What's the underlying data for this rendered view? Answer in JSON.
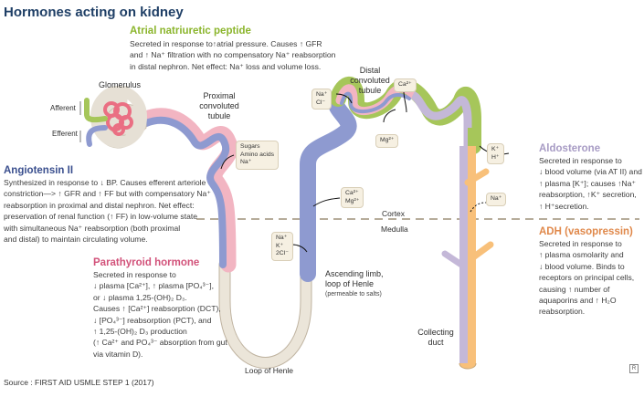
{
  "title": "Hormones acting on kidney",
  "anp": {
    "heading": "Atrial natriuretic peptide",
    "color": "#8bb52c",
    "lines": [
      "Secreted in response to↑atrial pressure. Causes ↑ GFR",
      "and ↑ Na⁺ filtration with no compensatory Na⁺ reabsorption",
      " in distal nephron. Net effect: Na⁺ loss and volume loss."
    ]
  },
  "angiotensin": {
    "heading": "Angiotensin II",
    "color": "#3a4f8e",
    "lines": [
      "Synthesized in response to ↓ BP. Causes efferent arteriole",
      "constriction—> ↑ GFR and ↑ FF but with compensatory Na⁺",
      "reabsorption in proximal and distal nephron. Net effect:",
      "preservation of renal function (↑ FF) in low-volume state",
      "with simultaneous Na⁺ reabsorption (both proximal",
      "and distal) to maintain circulating volume."
    ]
  },
  "pth": {
    "heading": "Parathyroid hormone",
    "color": "#d2527a",
    "lines": [
      "Secreted in response to",
      "↓ plasma [Ca²⁺], ↑ plasma [PO₄³⁻],",
      "or ↓ plasma 1,25-(OH)₂ D₃.",
      "Causes ↑ [Ca²⁺] reabsorption (DCT),",
      "↓ [PO₄³⁻] reabsorption (PCT), and",
      "↑ 1,25-(OH)₂ D₃ production",
      "(↑ Ca²⁺ and PO₄³⁻ absorption from gut",
      "via vitamin D)."
    ]
  },
  "aldosterone": {
    "heading": "Aldosterone",
    "color": "#a79bc4",
    "lines": [
      "Secreted in response to",
      "↓ blood volume (via AT II) and",
      "↑ plasma [K⁺]; causes ↑Na⁺",
      "reabsorption, ↑K⁺ secretion,",
      "↑ H⁺secretion."
    ]
  },
  "adh": {
    "heading": "ADH (vasopressin)",
    "color": "#e0884a",
    "lines": [
      "Secreted in response to",
      "↑ plasma osmolarity and",
      "↓ blood volume. Binds to",
      "receptors on principal cells,",
      "causing ↑ number of",
      "aquaporins and ↑ H₂O",
      "reabsorption."
    ]
  },
  "labels": {
    "glomerulus": "Glomerulus",
    "afferent": "Afferent",
    "efferent": "Efferent",
    "pct": [
      "Proximal",
      "convoluted",
      "tubule"
    ],
    "dct": [
      "Distal",
      "convoluted",
      "tubule"
    ],
    "cortex": "Cortex",
    "medulla": "Medulla",
    "ascending": [
      "Ascending limb,",
      "loop of Henle"
    ],
    "ascending_note": "(permeable to salts)",
    "loop": "Loop of Henle",
    "collecting": [
      "Collecting",
      "duct"
    ]
  },
  "boxes": {
    "pct_box": [
      "Sugars",
      "Amino acids",
      "Na⁺"
    ],
    "ca_mg_box": [
      "Ca²⁺",
      "Mg²⁺"
    ],
    "nak2cl_box": [
      "Na⁺",
      "K⁺",
      "2Cl⁻"
    ],
    "nacl_box": [
      "Na⁺",
      "Cl⁻"
    ],
    "ca_box": [
      "Ca²⁺"
    ],
    "mg_box": [
      "Mg²⁺"
    ],
    "kh_box": [
      "K⁺",
      "H⁺"
    ],
    "na_box": [
      "Na⁺"
    ]
  },
  "source": "Source : FIRST AID USMLE STEP 1 (2017)",
  "colors": {
    "angiotensin_band": "#8e9ad0",
    "pth_band": "#f2b5c2",
    "anp_band": "#a6c65a",
    "aldosterone_band": "#c4b8d8",
    "adh_band": "#f8c07a",
    "capsule": "#e6e0d5",
    "capillary": "#ea6f83"
  }
}
